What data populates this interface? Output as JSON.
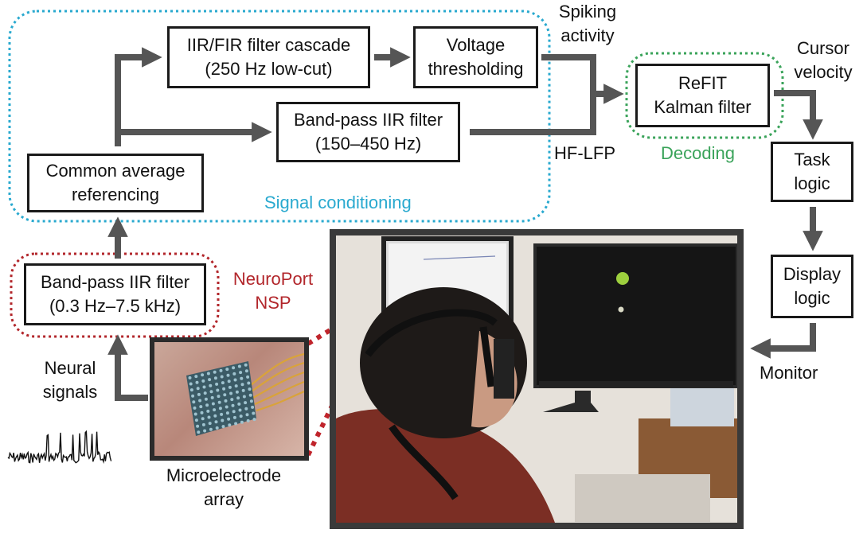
{
  "blocks": {
    "iir_fir": {
      "line1": "IIR/FIR filter cascade",
      "line2": "(250 Hz low-cut)"
    },
    "voltage": {
      "line1": "Voltage",
      "line2": "thresholding"
    },
    "bandpass_hf": {
      "line1": "Band-pass IIR filter",
      "line2": "(150–450 Hz)"
    },
    "car": {
      "line1": "Common average",
      "line2": "referencing"
    },
    "refit": {
      "line1": "ReFIT",
      "line2": "Kalman filter"
    },
    "task": {
      "line1": "Task",
      "line2": "logic"
    },
    "display": {
      "line1": "Display",
      "line2": "logic"
    },
    "bandpass_nsp": {
      "line1": "Band-pass IIR filter",
      "line2": "(0.3 Hz–7.5 kHz)"
    }
  },
  "labels": {
    "spiking": {
      "line1": "Spiking",
      "line2": "activity"
    },
    "cursor": {
      "line1": "Cursor",
      "line2": "velocity"
    },
    "hf_lfp": "HF-LFP",
    "decoding": "Decoding",
    "signal_conditioning": "Signal conditioning",
    "neuroport": {
      "line1": "NeuroPort",
      "line2": "NSP"
    },
    "neural": {
      "line1": "Neural",
      "line2": "signals"
    },
    "microelectrode": {
      "line1": "Microelectrode",
      "line2": "array"
    },
    "monitor": "Monitor"
  },
  "colors": {
    "signal_conditioning": "#29a9cf",
    "decoding": "#3aa35a",
    "neuroport": "#b2262b",
    "arrow": "#555555",
    "box_border": "#1a1a1a"
  }
}
